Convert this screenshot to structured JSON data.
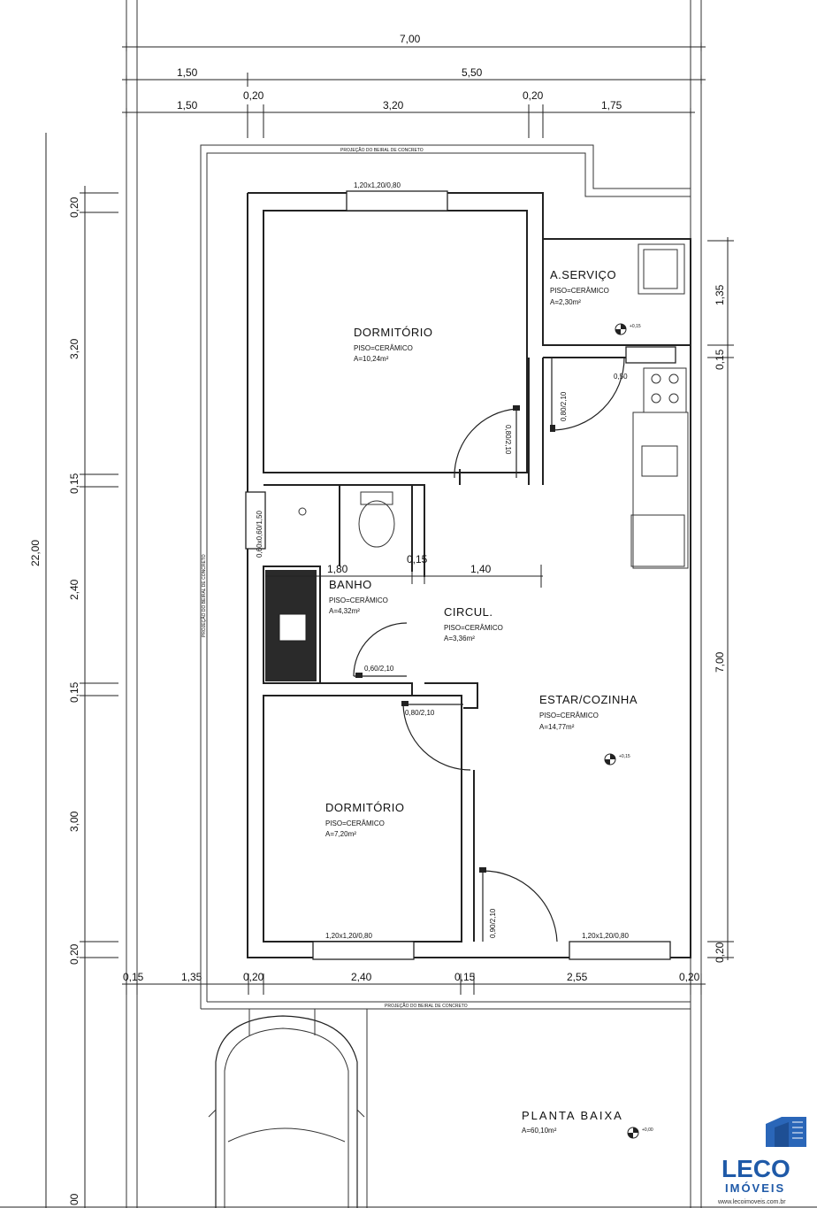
{
  "dimensions": {
    "top_total": "7,00",
    "top_mid_a": "1,50",
    "top_mid_b": "5,50",
    "top_low_a": "1,50",
    "top_low_b": "0,20",
    "top_low_c": "3,20",
    "top_low_d": "0,20",
    "top_low_e": "1,75",
    "left_total": "22,00",
    "left_a": "0,20",
    "left_b": "3,20",
    "left_c": "0,15",
    "left_d": "2,40",
    "left_e": "0,15",
    "left_f": "3,00",
    "left_g": "0,20",
    "left_h": "00",
    "right_a": "1,35",
    "right_b": "0,15",
    "right_c": "7,00",
    "right_d": "0,20",
    "bottom_a": "0,15",
    "bottom_b": "1,35",
    "bottom_c": "0,20",
    "bottom_d": "2,40",
    "bottom_e": "0,15",
    "bottom_f": "2,55",
    "bottom_g": "0,20",
    "inner_a": "1,80",
    "inner_b": "0,15",
    "inner_c": "1,40"
  },
  "rooms": {
    "dorm1": {
      "name": "DORMITÓRIO",
      "floor": "PISO=CERÂMICO",
      "area": "A=10,24m²"
    },
    "servico": {
      "name": "A.SERVIÇO",
      "floor": "PISO=CERÂMICO",
      "area": "A=2,30m²"
    },
    "banho": {
      "name": "BANHO",
      "floor": "PISO=CERÂMICO",
      "area": "A=4,32m²"
    },
    "circul": {
      "name": "CIRCUL.",
      "floor": "PISO=CERÂMICO",
      "area": "A=3,36m²"
    },
    "estar": {
      "name": "ESTAR/COZINHA",
      "floor": "PISO=CERÂMICO",
      "area": "A=14,77m²"
    },
    "dorm2": {
      "name": "DORMITÓRIO",
      "floor": "PISO=CERÂMICO",
      "area": "A=7,20m²"
    }
  },
  "openings": {
    "win_dorm1": "1,20x1,20/0,80",
    "win_dorm2": "1,20x1,20/0,80",
    "win_estar": "1,20x1,20/0,80",
    "win_banho": "0,60x0,60/1,50",
    "door_servico": "0,80/2,10",
    "door_dorm1": "0,80/2,10",
    "door_banho": "0,60/2,10",
    "door_dorm2": "0,80/2,10",
    "door_entrada": "0,90/2,10",
    "win_servico_label": "0,50"
  },
  "levels": {
    "servico": "+0,15",
    "estar": "+0,15",
    "externo": "+0,00"
  },
  "projection": {
    "top": "PROJEÇÃO DO BEIRAL DE CONCRETO",
    "bottom": "PROJEÇÃO DO BEIRAL DE CONCRETO",
    "left": "PROJEÇÃO DO BEIRAL DE CONCRETO"
  },
  "plan_title": {
    "name": "PLANTA BAIXA",
    "area": "A=60,10m²"
  },
  "brand": {
    "name": "LECO",
    "sub": "IMÓVEIS",
    "url": "www.lecoimoveis.com.br"
  }
}
